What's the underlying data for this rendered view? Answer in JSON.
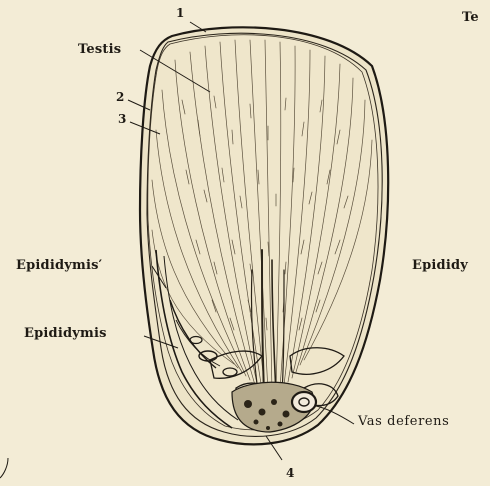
{
  "figure": {
    "labels": {
      "n1": "1",
      "testis": "Testis",
      "n2": "2",
      "n3": "3",
      "epididymis_prime": "Epididymis′",
      "epididymis": "Epididymis",
      "vas_deferens": "Vas deferens",
      "n4": "4",
      "right_partial_top": "Te",
      "right_partial_mid": "Epididy"
    }
  }
}
